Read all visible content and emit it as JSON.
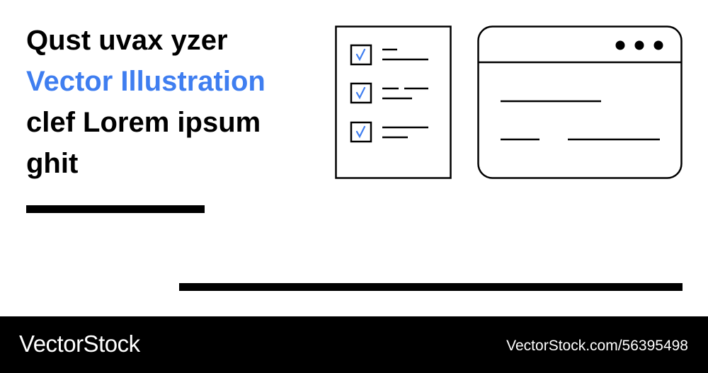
{
  "headline": {
    "line1": "Qust uvax yzer",
    "line2": "Vector Illustration",
    "line3": "clef Lorem ipsum",
    "line4": "ghit"
  },
  "footer": {
    "brand": "VectorStock",
    "url": "VectorStock.com/56395498"
  },
  "colors": {
    "accent": "#3f7ef0",
    "ink": "#000000",
    "background": "#ffffff"
  },
  "checklist": {
    "items_checked": [
      true,
      true,
      true
    ]
  }
}
